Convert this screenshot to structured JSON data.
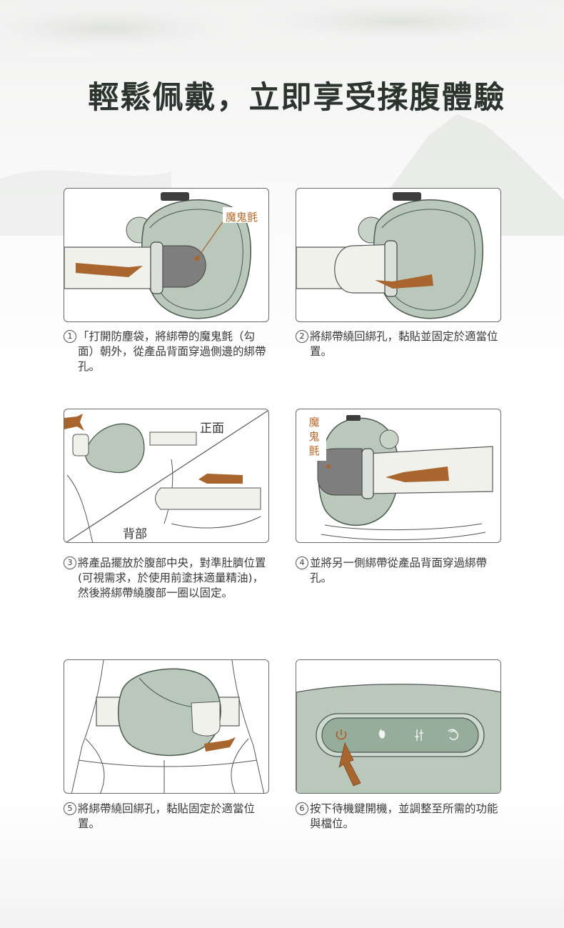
{
  "title": "輕鬆佩戴，立即享受揉腹體驗",
  "steps": [
    {
      "num": "1",
      "text": "「打開防塵袋，將綁帶的魔鬼氈（勾面）朝外，從產品背面穿過側邊的綁帶孔。"
    },
    {
      "num": "2",
      "text": "將綁帶繞回綁孔，黏貼並固定於適當位置。"
    },
    {
      "num": "3",
      "text": "將產品擺放於腹部中央，對準肚臍位置(可視需求，於使用前塗抹適量精油)，然後將綁帶繞腹部一圈以固定。"
    },
    {
      "num": "4",
      "text": "並將另一側綁帶從產品背面穿過綁帶孔。"
    },
    {
      "num": "5",
      "text": "將綁帶繞回綁孔，黏貼固定於適當位置。"
    },
    {
      "num": "6",
      "text": "按下待機鍵開機，並調整至所需的功能與檔位。"
    }
  ],
  "labels": {
    "velcro": "魔鬼氈",
    "front": "正面",
    "back": "背部"
  },
  "control_icons": [
    "power-icon",
    "heat-icon",
    "adjust-icon",
    "cycle-icon"
  ],
  "colors": {
    "device": "#b9c8bb",
    "device_dark": "#8fa795",
    "arrow": "#a8652e",
    "velcro_pad": "#7f7f7f",
    "strap": "#f1f1ec",
    "panel_bar": "#96ad9b",
    "title": "#2c3430"
  }
}
